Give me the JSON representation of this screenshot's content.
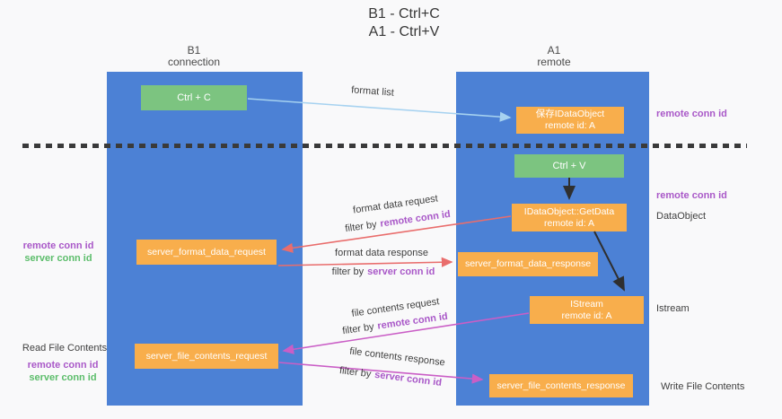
{
  "title": {
    "line1": "B1 - Ctrl+C",
    "line2": "A1 - Ctrl+V"
  },
  "lanes": {
    "b1": {
      "title": "B1",
      "subtitle": "connection"
    },
    "a1": {
      "title": "A1",
      "subtitle": "remote"
    }
  },
  "nodes": {
    "ctrl_c": {
      "label": "Ctrl + C"
    },
    "save_dataobject": {
      "line1": "保存IDataObject",
      "line2": "remote id: A"
    },
    "ctrl_v": {
      "label": "Ctrl + V"
    },
    "getdata": {
      "line1": "IDataObject::GetData",
      "line2": "remote id: A"
    },
    "format_request": {
      "label": "server_format_data_request"
    },
    "format_response": {
      "label": "server_format_data_response"
    },
    "istream": {
      "line1": "IStream",
      "line2": "remote id: A"
    },
    "file_request": {
      "label": "server_file_contents_request"
    },
    "file_response": {
      "label": "server_file_contents_response"
    }
  },
  "edges": {
    "format_list": {
      "label": "format list"
    },
    "format_data_request": {
      "label": "format data request",
      "filter_prefix": "filter by",
      "filter_id": "remote conn id"
    },
    "format_data_response": {
      "label": "format data response",
      "filter_prefix": "filter by",
      "filter_id": "server conn id"
    },
    "file_contents_request": {
      "label": "file contents request",
      "filter_prefix": "filter by",
      "filter_id": "remote conn id"
    },
    "file_contents_response": {
      "label": "file contents response",
      "filter_prefix": "filter by",
      "filter_id": "server conn id"
    }
  },
  "annotations": {
    "left_mid": {
      "remote": "remote conn id",
      "server": "server conn id"
    },
    "left_bottom": {
      "title": "Read File Contents",
      "remote": "remote conn id",
      "server": "server conn id"
    },
    "right_top": {
      "remote": "remote conn id"
    },
    "right_mid": {
      "remote": "remote conn id",
      "object": "DataObject"
    },
    "right_istream": {
      "object": "Istream"
    },
    "right_bottom": {
      "object": "Write File Contents"
    }
  },
  "colors": {
    "lane_blue": "#4c81d5",
    "box_green": "#7cc480",
    "box_orange": "#f8ae4c",
    "conn_id_purple": "#a958c8",
    "conn_id_green": "#5cbd6b",
    "arrow_red": "#e96d6c",
    "arrow_magenta": "#ca5ec6",
    "arrow_light_blue": "#a6d2f0",
    "separator_black": "#3a3a3a"
  }
}
